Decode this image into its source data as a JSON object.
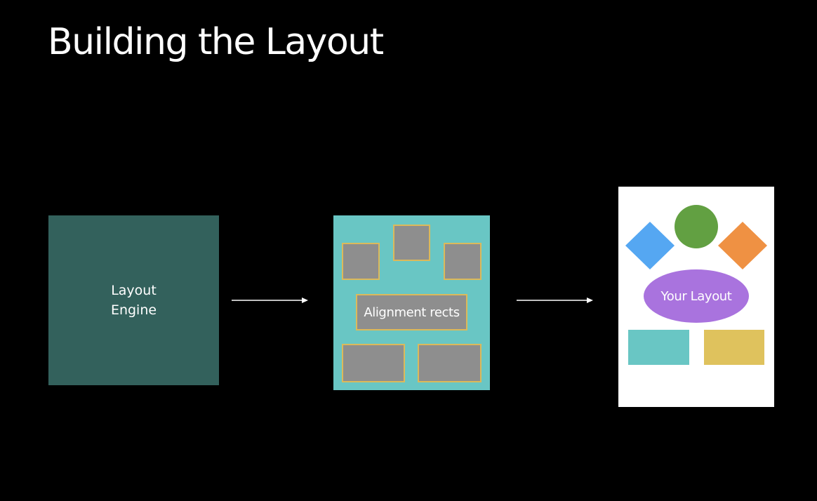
{
  "title": "Building the Layout",
  "colors": {
    "background": "#000000",
    "engine_fill": "#33615c",
    "align_panel_fill": "#69c6c4",
    "placeholder_fill": "#8e8e8e",
    "placeholder_border": "#dcb95a",
    "layout_panel_fill": "#ffffff",
    "blue_diamond": "#55a7f2",
    "green_circle": "#62a042",
    "orange_diamond": "#ef9143",
    "purple_oval": "#a973de",
    "teal_rect": "#69c6c4",
    "yellow_rect": "#dfc25d",
    "arrow": "#ffffff"
  },
  "stages": [
    {
      "name": "layout-engine",
      "label_lines": [
        "Layout",
        "Engine"
      ]
    },
    {
      "name": "alignment-rects",
      "label": "Alignment rects"
    },
    {
      "name": "your-layout",
      "label": "Your Layout"
    }
  ]
}
